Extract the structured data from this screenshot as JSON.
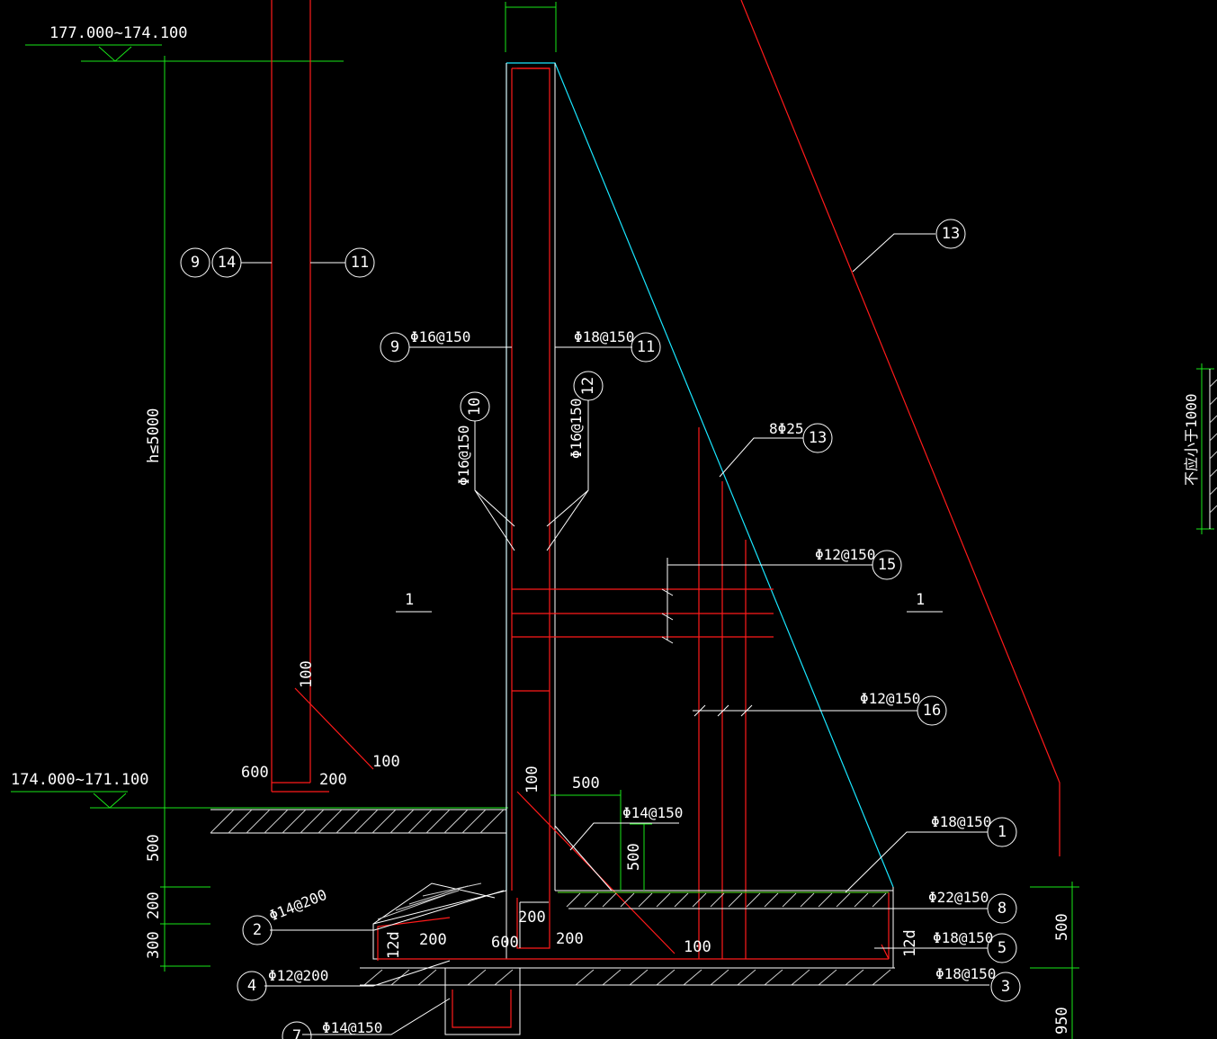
{
  "levels": {
    "top": "177.000~174.100",
    "ground": "174.000~171.100"
  },
  "dims": {
    "height": "h≤5000",
    "d500_left": "500",
    "d200_left": "200",
    "d300_left": "300",
    "d500_right": "500",
    "d950_right": "950",
    "d100_a": "100",
    "d100_b": "100",
    "d600": "600",
    "d200": "200",
    "d100_wall": "100",
    "d500_top": "500",
    "d500_vert": "500",
    "d200_a": "200",
    "d200_b": "200",
    "d600_b": "600",
    "d200_c": "200",
    "d100_c": "100",
    "d12d_a": "12d",
    "d12d_b": "12d"
  },
  "rebar": {
    "r9": "Φ16@150",
    "r11": "Φ18@150",
    "r10": "Φ16@150",
    "r12": "Φ16@150",
    "r13": "8Φ25",
    "r15": "Φ12@150",
    "r16": "Φ12@150",
    "r14b": "Φ14@150",
    "r1": "Φ18@150",
    "r8": "Φ22@150",
    "r5": "Φ18@150",
    "r3": "Φ18@150",
    "r2": "Φ14@200",
    "r4": "Φ12@200",
    "r7": "Φ14@150"
  },
  "markers": {
    "m9a": "9",
    "m14": "14",
    "m11a": "11",
    "m9b": "9",
    "m11b": "11",
    "m10": "10",
    "m12": "12",
    "m13a": "13",
    "m13b": "13",
    "m15": "15",
    "m16": "16",
    "m1": "1",
    "m8": "8",
    "m5": "5",
    "m3": "3",
    "m2": "2",
    "m4": "4",
    "m7": "7"
  },
  "sections": {
    "left": "1",
    "right": "1"
  },
  "side_note": "不应小于1000"
}
